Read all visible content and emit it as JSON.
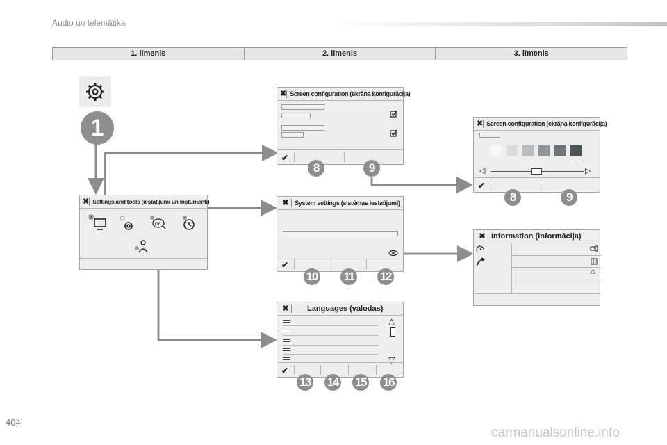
{
  "page": {
    "header_title": "Audio un telemātika",
    "page_number": "404",
    "watermark": "carmanualsonline.info"
  },
  "levels": [
    "1. līmenis",
    "2. līmenis",
    "3. līmenis"
  ],
  "badges": {
    "main": "1",
    "screen_config": [
      "8",
      "9"
    ],
    "screen_config_l3": [
      "8",
      "9"
    ],
    "system_settings": [
      "10",
      "11",
      "12"
    ],
    "languages": [
      "13",
      "14",
      "15",
      "16"
    ]
  },
  "screens": {
    "settings_tools": {
      "title": "Settings and tools (iestatījumi un instumenti)"
    },
    "screen_config": {
      "title": "Screen configuration (ekrāna konfigurācija)"
    },
    "screen_config_l3": {
      "title": "Screen configuration (ekrāna konfigurācija)"
    },
    "system_settings": {
      "title": "System settings (sistēmas iestatījumi)"
    },
    "information": {
      "title": "Information (informācija)"
    },
    "languages": {
      "title": "Languages (valodas)"
    }
  },
  "icons": {
    "close": "✖",
    "confirm": "✔",
    "up": "△",
    "down": "▽",
    "left": "◁",
    "right": "▷",
    "warning": "⚠"
  },
  "colors": {
    "badge": "#8e8e8e",
    "arrow": "#8c8c8c",
    "screen_bg": "#eeeeee",
    "swatches": [
      "#f6f6f6",
      "#d9dcdd",
      "#b7bcbe",
      "#8f969a",
      "#6e767a",
      "#4d5458"
    ]
  }
}
